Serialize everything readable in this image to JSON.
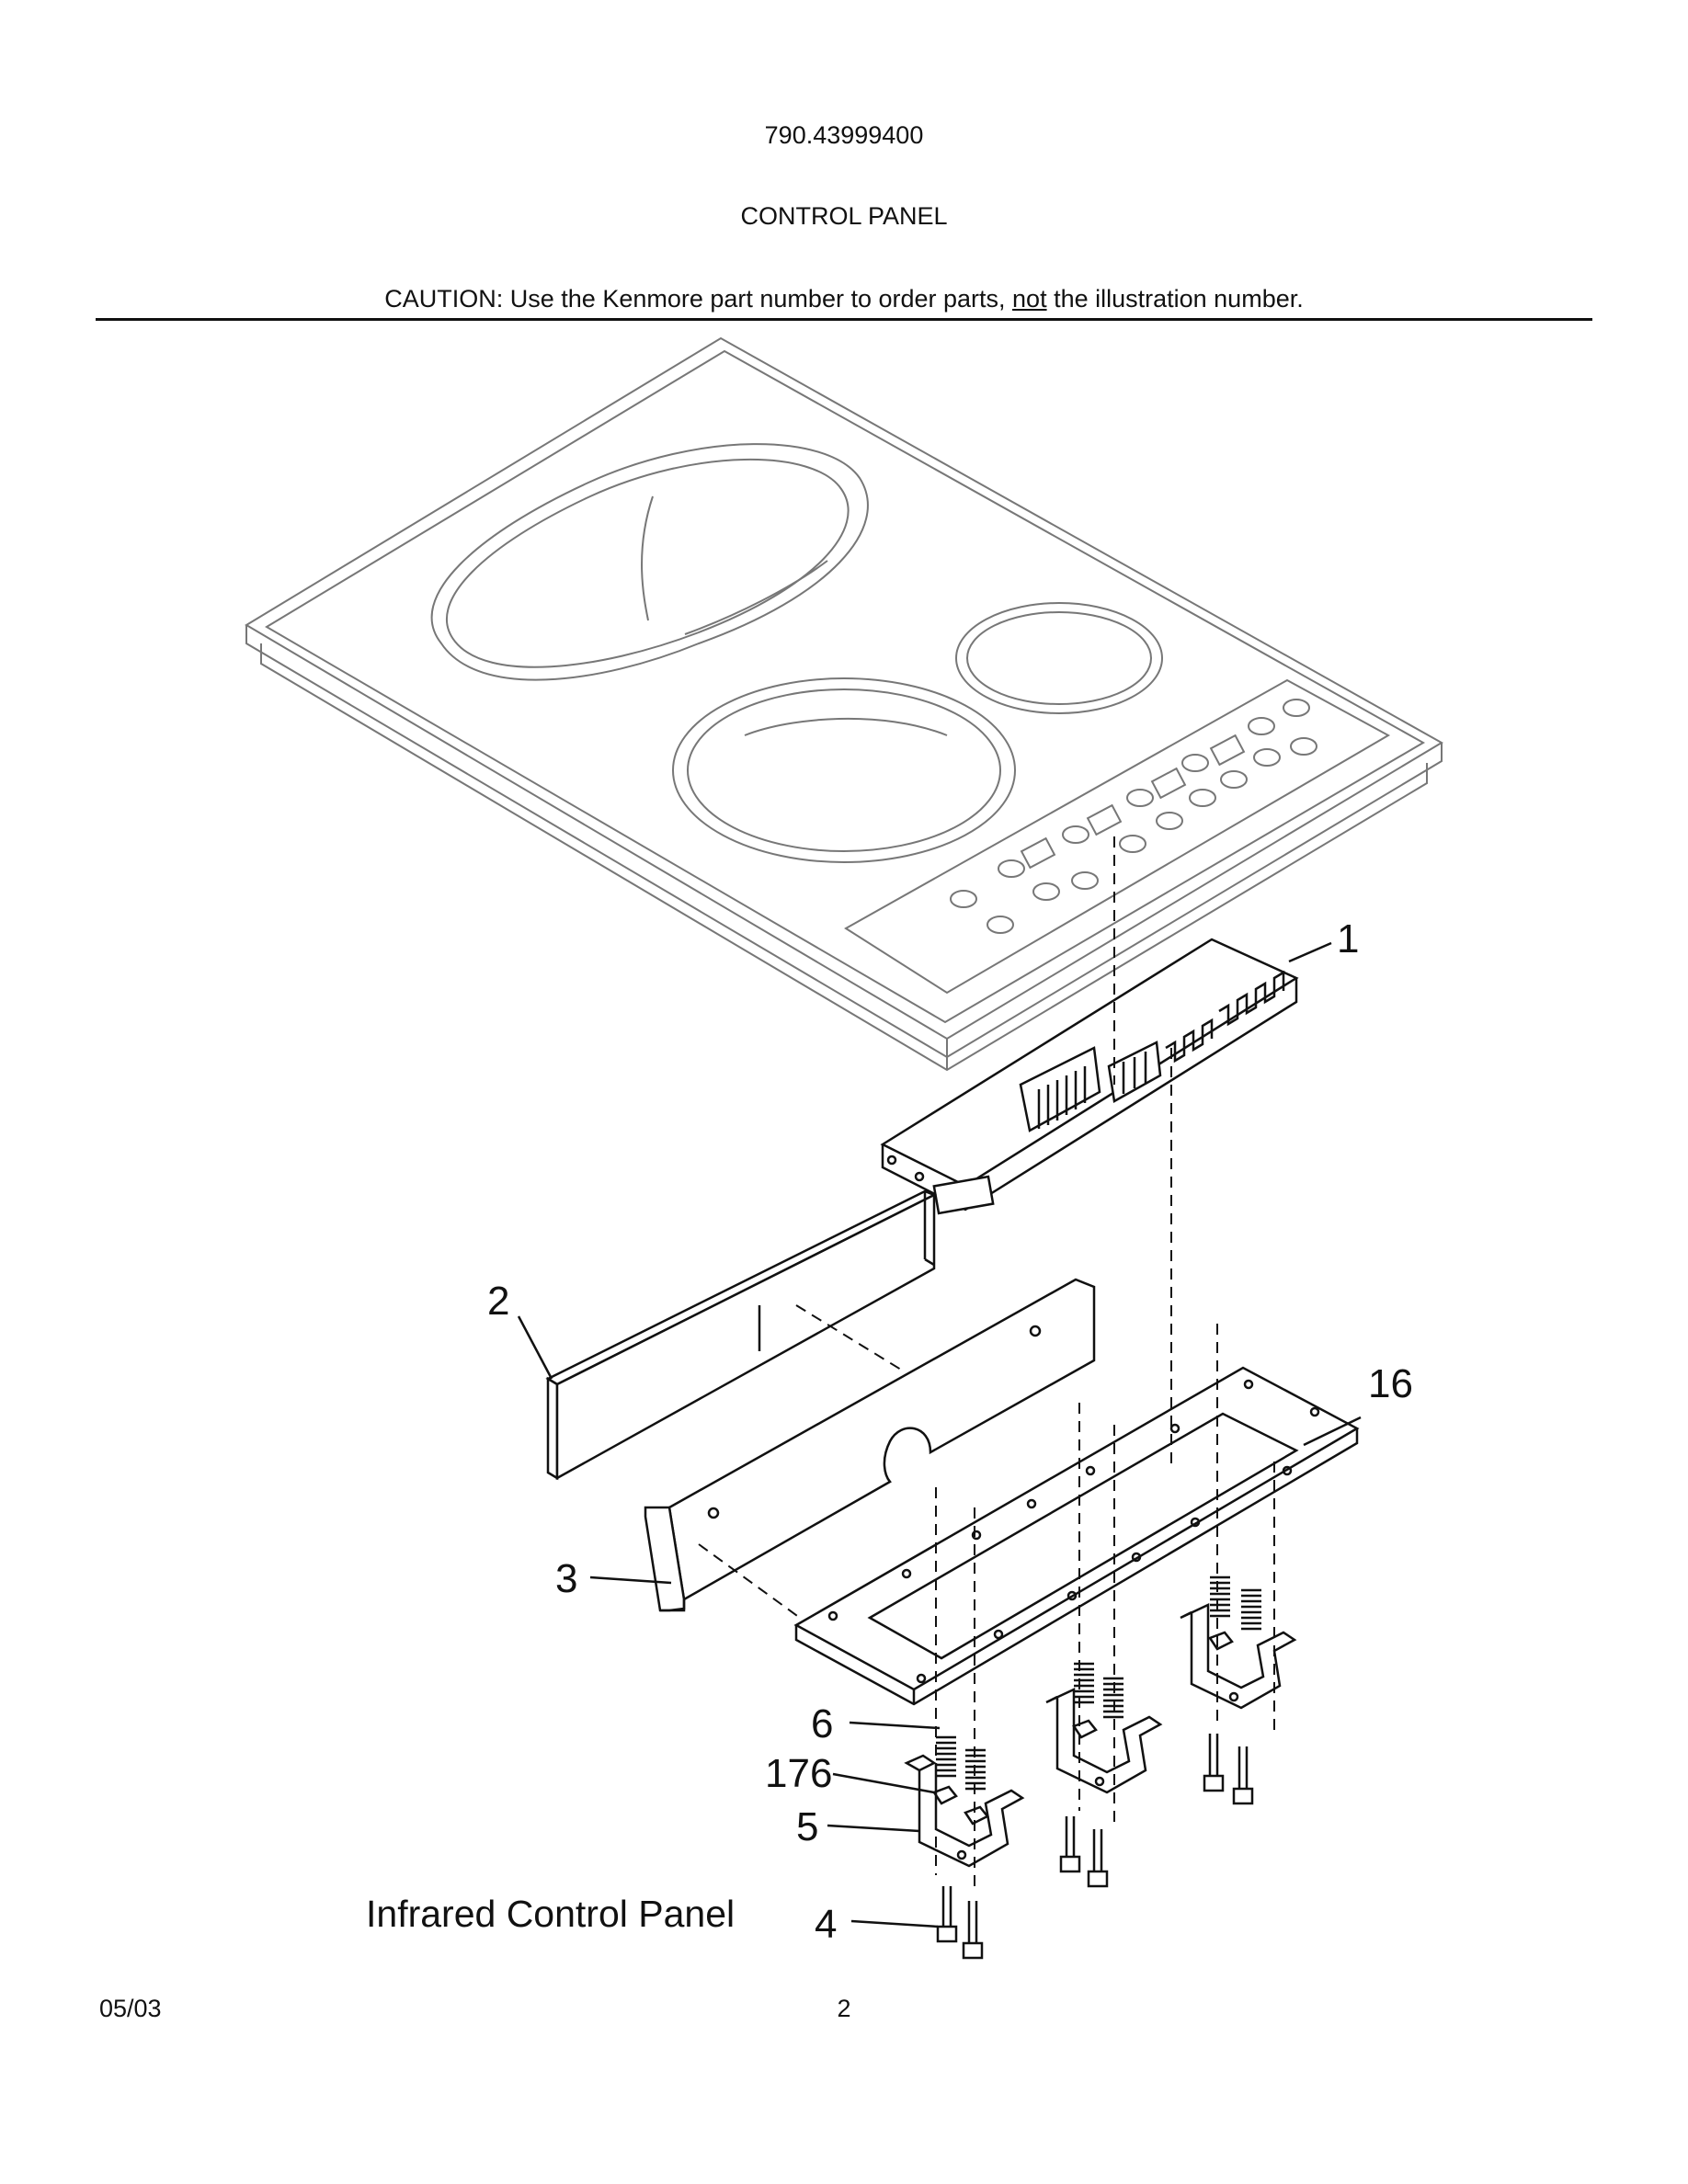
{
  "header": {
    "model_number": "790.43999400",
    "section_title": "CONTROL PANEL",
    "caution_prefix": "CAUTION: Use the Kenmore part number to order parts, ",
    "caution_emphasis": "not",
    "caution_suffix": " the illustration number."
  },
  "diagram": {
    "caption": "Infrared Control Panel",
    "callouts": [
      "1",
      "2",
      "16",
      "3",
      "6",
      "176",
      "5",
      "4"
    ]
  },
  "footer": {
    "date": "05/03",
    "page_number": "2"
  }
}
